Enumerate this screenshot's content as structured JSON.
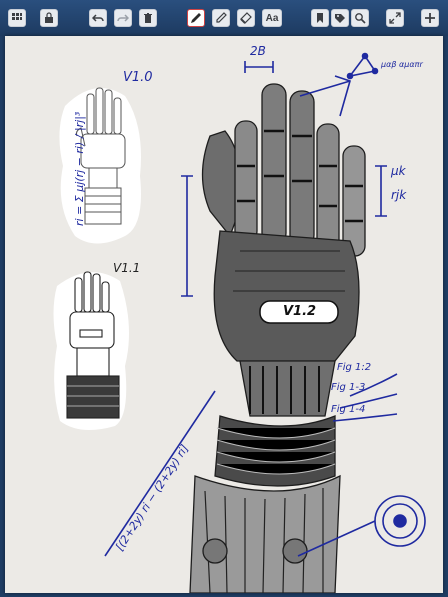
{
  "toolbar": {
    "buttons": [
      {
        "name": "pages-grid-button",
        "icon": "grid-icon"
      },
      {
        "name": "store-button",
        "icon": "bag-icon"
      },
      {
        "name": "undo-button",
        "icon": "undo-icon"
      },
      {
        "name": "redo-button",
        "icon": "redo-icon"
      },
      {
        "name": "delete-button",
        "icon": "trash-icon"
      },
      {
        "name": "pen-tool-button",
        "icon": "pen-icon",
        "active": true
      },
      {
        "name": "pencil-tool-button",
        "icon": "pencil-icon"
      },
      {
        "name": "eraser-tool-button",
        "icon": "eraser-icon"
      },
      {
        "name": "text-tool-button",
        "icon": "text-icon",
        "label": "Aa"
      },
      {
        "name": "bookmark-button",
        "icon": "bookmark-icon"
      },
      {
        "name": "tag-button",
        "icon": "tag-icon"
      },
      {
        "name": "search-button",
        "icon": "search-icon"
      },
      {
        "name": "fullscreen-button",
        "icon": "expand-icon"
      },
      {
        "name": "add-page-button",
        "icon": "plus-icon"
      }
    ]
  },
  "sketch": {
    "label_v10": "V1.0",
    "label_v11": "V1.1",
    "label_v12": "V1.2",
    "dim_2b": "2B",
    "dim_mu_k": "μk",
    "dim_r_jk": "rjk",
    "label_mu_alpha": "μαβ αμαπr",
    "fig_1_2": "Fig 1:2",
    "fig_1_3": "Fig 1-3",
    "fig_1_4": "Fig 1-4",
    "formula_sum": "ri = Σ μj(rj − ri) / |rj|³",
    "formula_left": "[(2+2y) ri − (2+2y) ri]"
  },
  "colors": {
    "toolbar": "#1f3d64",
    "paper": "#eceae6",
    "ink_blue": "#1f2aa0",
    "ink_dark": "#2b2b2b",
    "active_border": "#d24444"
  }
}
